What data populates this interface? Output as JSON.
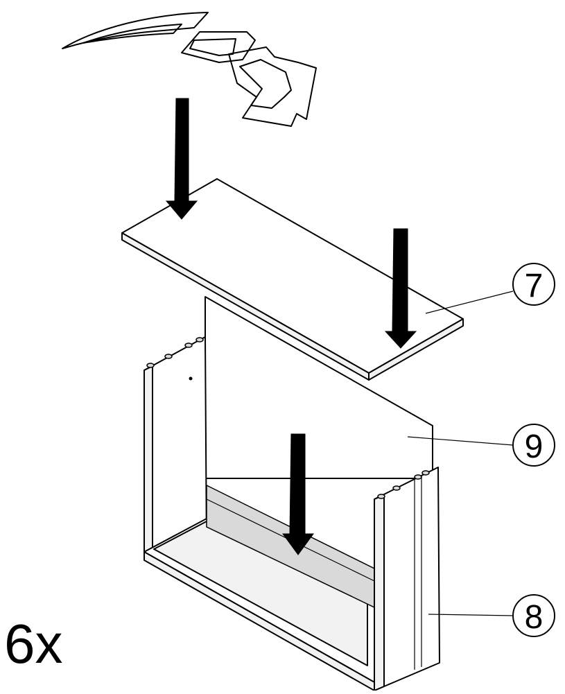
{
  "instruction": {
    "quantity": "6x"
  },
  "callouts": [
    {
      "id": "panel-top",
      "number": "7"
    },
    {
      "id": "panel-back",
      "number": "9"
    },
    {
      "id": "frame",
      "number": "8"
    }
  ],
  "icons": {
    "flip_arrow": "curved-flip-arrow-icon",
    "insert_arrow": "down-arrow-icon"
  },
  "colors": {
    "line": "#000000",
    "background": "#ffffff"
  }
}
